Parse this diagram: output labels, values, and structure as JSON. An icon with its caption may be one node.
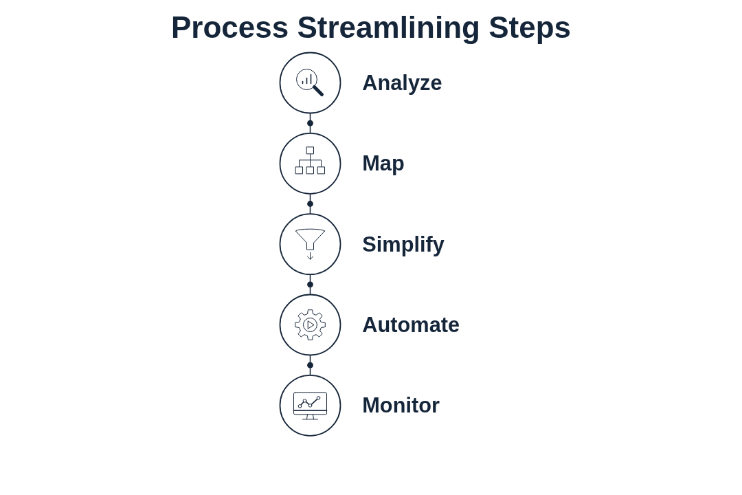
{
  "diagram": {
    "title": "Process Streamlining Steps",
    "nodes": [
      {
        "text": [
          "Analyze"
        ]
      },
      {
        "text": [
          "Map"
        ]
      },
      {
        "text": [
          "Simplify"
        ]
      },
      {
        "text": [
          "Automate"
        ]
      },
      {
        "text": [
          "Monitor"
        ]
      }
    ],
    "edges": [
      {
        "from": 0,
        "to": 1,
        "arrow": "none"
      },
      {
        "from": 1,
        "to": 2,
        "arrow": "none"
      },
      {
        "from": 2,
        "to": 3,
        "arrow": "none"
      },
      {
        "from": 3,
        "to": 4,
        "arrow": "none"
      }
    ]
  }
}
